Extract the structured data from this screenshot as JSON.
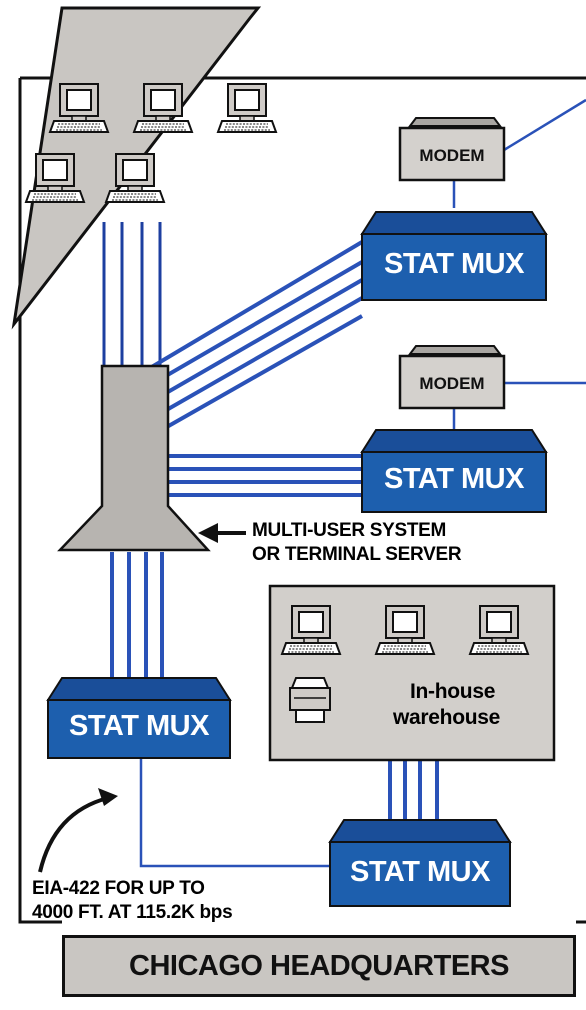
{
  "colors": {
    "mux_fill": "#1d5fae",
    "cable": "#2a52b8",
    "panel_gray": "#c9c6c2",
    "outline": "#111111"
  },
  "labels": {
    "modem": "MODEM",
    "stat_mux": "STAT MUX",
    "multi_user_line1": "MULTI-USER SYSTEM",
    "multi_user_line2": "OR TERMINAL SERVER",
    "warehouse_line1": "In-house",
    "warehouse_line2": "warehouse",
    "eia_line1": "EIA-422 FOR UP TO",
    "eia_line2": "4000 FT. AT 115.2K bps",
    "headquarters": "CHICAGO HEADQUARTERS"
  },
  "icons": [
    "computer-terminal-icon",
    "printer-icon",
    "arrow-icon"
  ]
}
